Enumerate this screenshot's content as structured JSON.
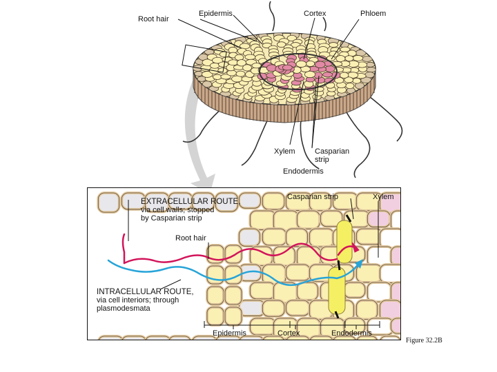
{
  "labels": {
    "root_hair_top": "Root hair",
    "epidermis_top": "Epidermis",
    "cortex_top": "Cortex",
    "phloem": "Phloem",
    "xylem_top": "Xylem",
    "casparian_strip_top": "Casparian\nstrip",
    "endodermis_top": "Endodermis",
    "casparian_strip_detail": "Casparian strip",
    "xylem_detail": "Xylem",
    "extracellular_title": "EXTRACELLULAR ROUTE,",
    "extracellular_desc": "via cell walls; stopped\nby Casparian strip",
    "root_hair_detail": "Root hair",
    "intracellular_title": "INTRACELLULAR ROUTE,",
    "intracellular_desc": "via cell interiors; through\nplasmodesmata",
    "epidermis_bottom": "Epidermis",
    "cortex_bottom": "Cortex",
    "endodermis_bottom": "Endodermis"
  },
  "caption": "Figure 32.2B",
  "colors": {
    "cell_wall": "#e3c9a0",
    "cytoplasm": "#fbf0b4",
    "stele_pink": "#e28aa5",
    "extracellular_route": "#d2145a",
    "intracellular_route": "#27a4d8",
    "casparian_strip": "#f5ef63",
    "xylem_cell": "#f2cfe0",
    "arrow_gray": "#c8c8c8"
  }
}
